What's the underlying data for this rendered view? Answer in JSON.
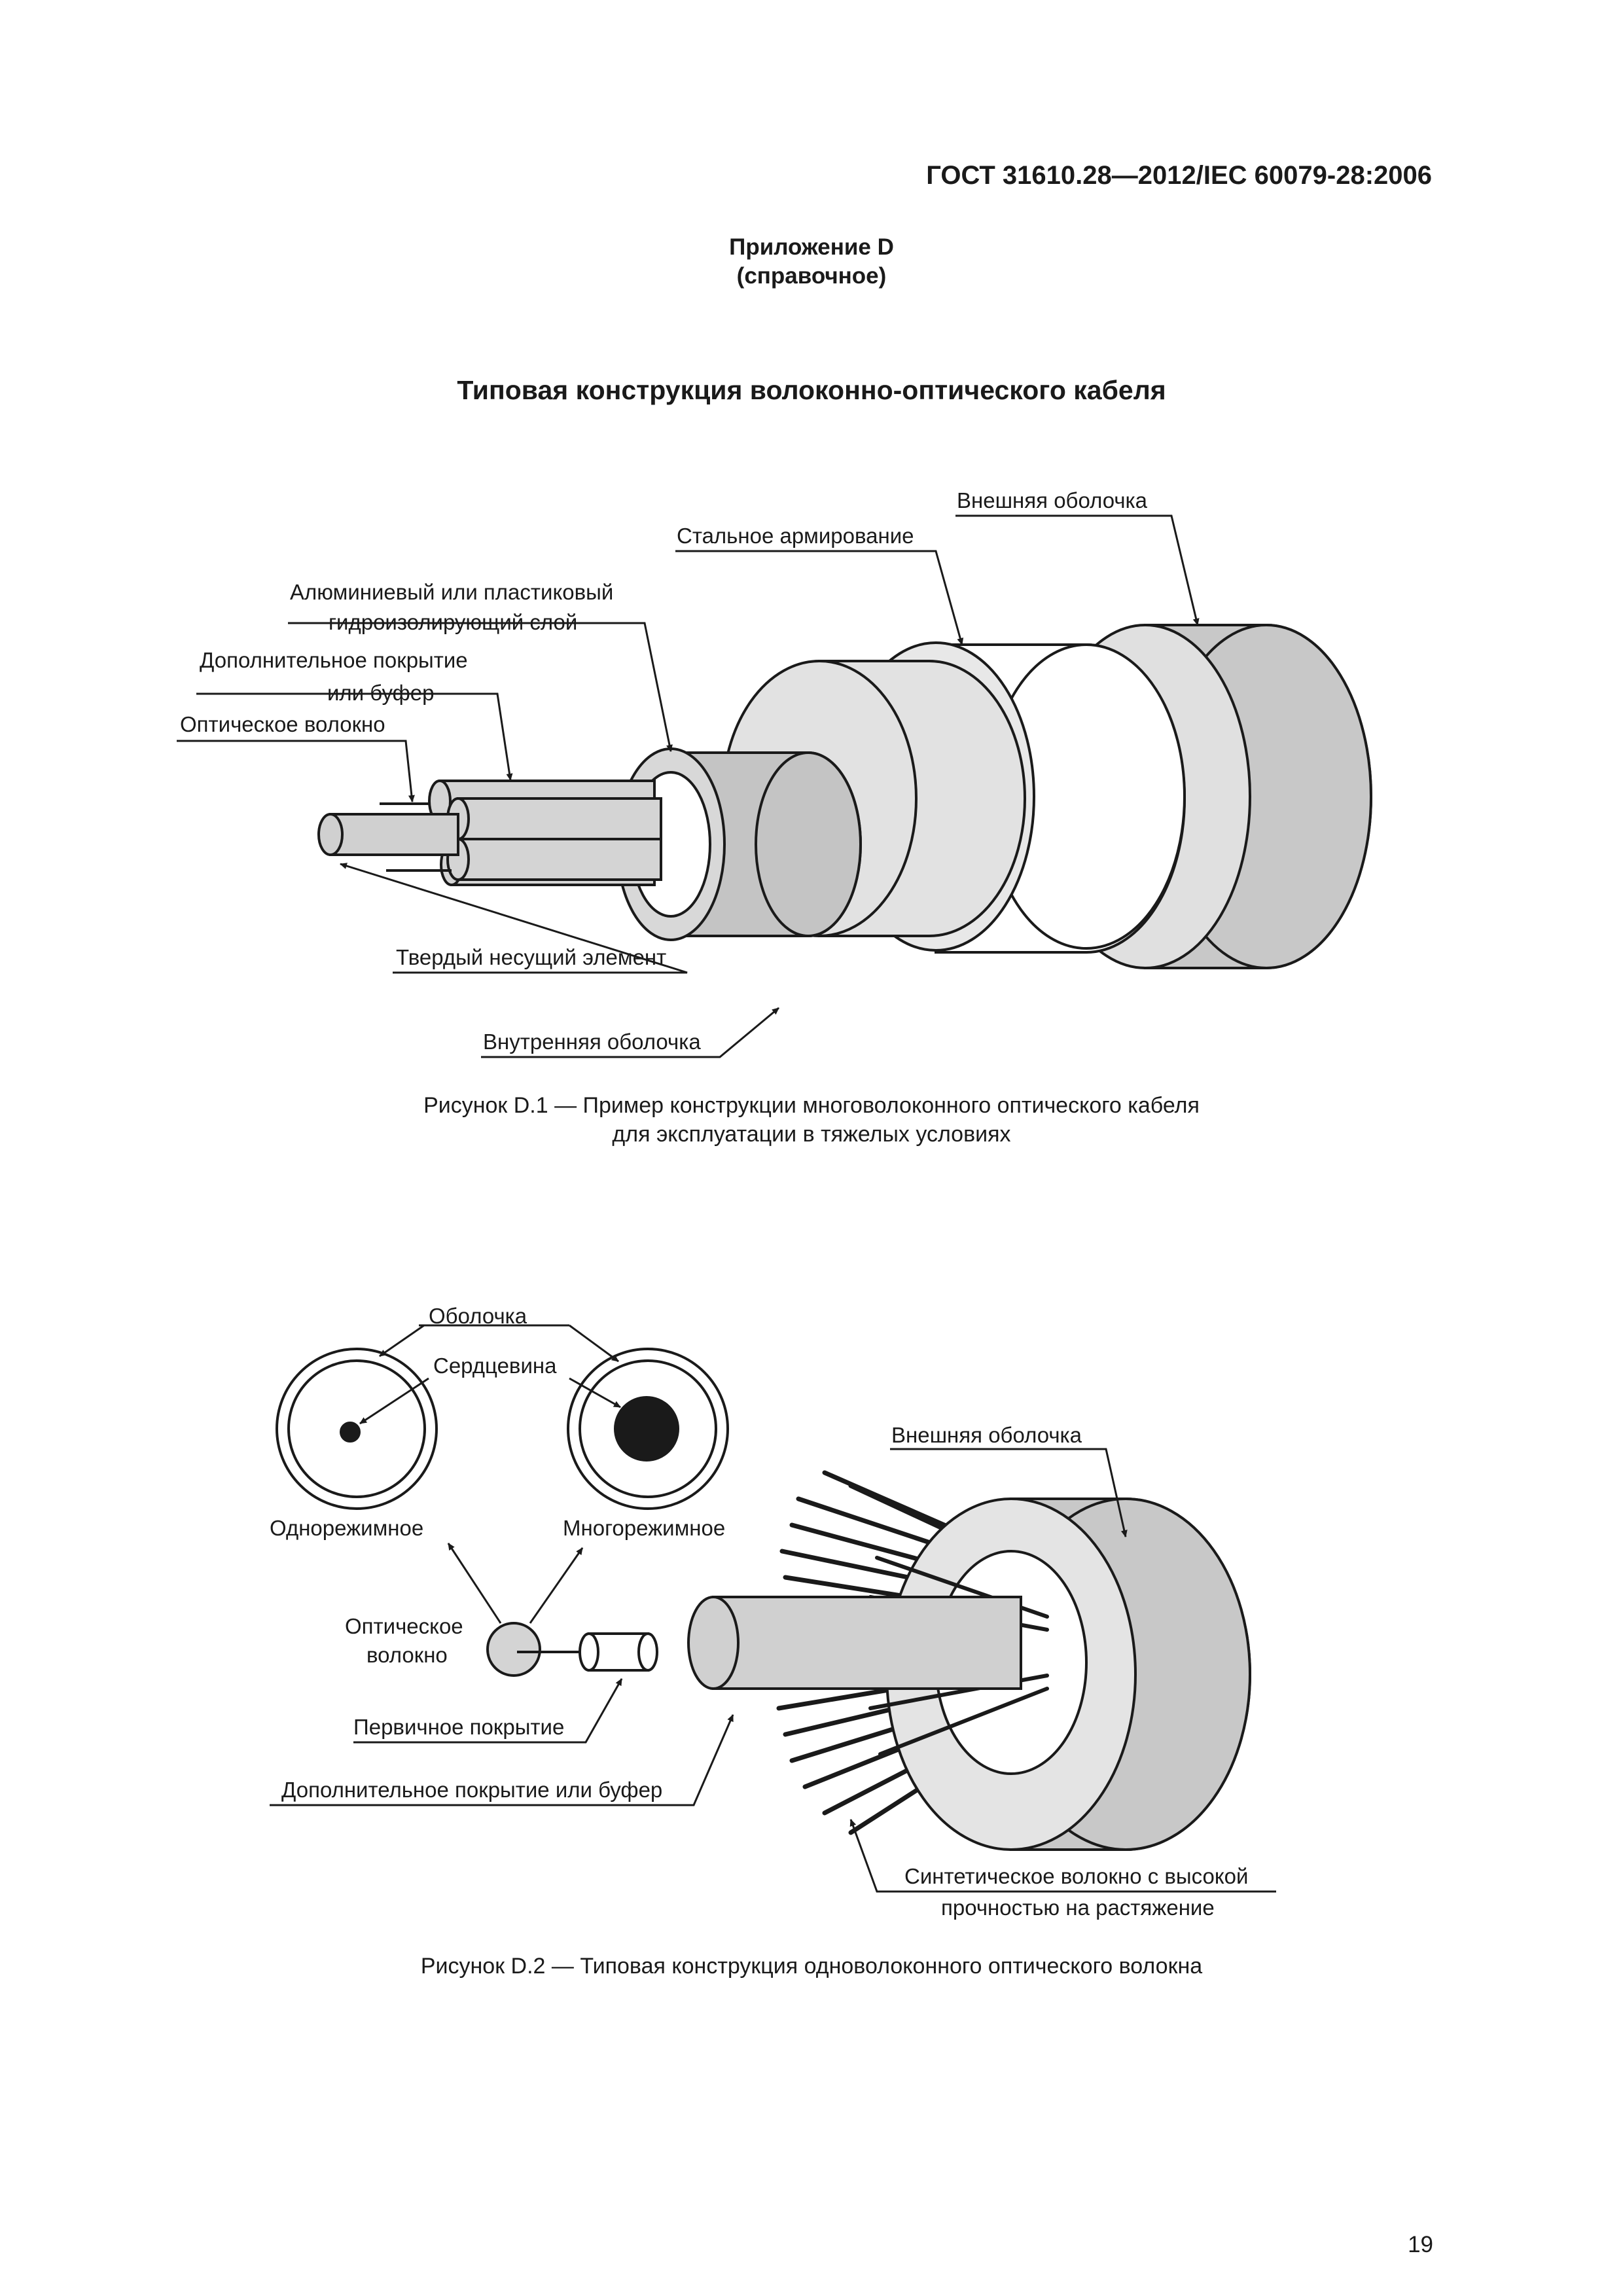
{
  "header": {
    "standard": "ГОСТ 31610.28—2012/IEC 60079-28:2006"
  },
  "appendix": {
    "line1": "Приложение D",
    "line2": "(справочное)"
  },
  "title": "Типовая конструкция волоконно-оптического кабеля",
  "figure1": {
    "labels": {
      "outer_sheath": "Внешняя оболочка",
      "steel_armour": "Стальное армирование",
      "barrier_1": "Алюминиевый или пластиковый",
      "barrier_2": "гидроизолирующий слой",
      "buffer_1": "Дополнительное покрытие",
      "buffer_2": "или буфер",
      "fibre": "Оптическое волокно",
      "strength_member": "Твердый несущий элемент",
      "inner_sheath": "Внутренняя оболочка"
    },
    "caption_1": "Рисунок D.1 — Пример конструкции многоволоконного оптического кабеля",
    "caption_2": "для эксплуатации в тяжелых условиях"
  },
  "figure2": {
    "labels": {
      "cladding": "Оболочка",
      "core": "Сердцевина",
      "single_mode": "Однорежимное",
      "multi_mode": "Многорежимное",
      "fibre_1": "Оптическое",
      "fibre_2": "волокно",
      "primary_coating": "Первичное покрытие",
      "buffer": "Дополнительное покрытие или буфер",
      "outer_sheath": "Внешняя оболочка",
      "aramid_1": "Синтетическое волокно с высокой",
      "aramid_2": "прочностью на растяжение"
    },
    "caption": "Рисунок D.2 — Типовая конструкция одноволоконного оптического волокна"
  },
  "page_number": "19"
}
